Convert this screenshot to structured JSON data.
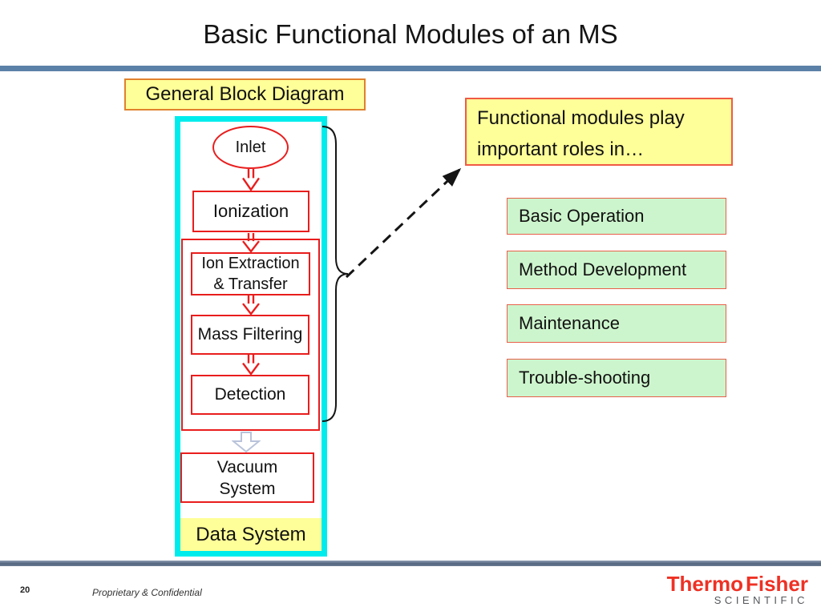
{
  "title": "Basic Functional Modules of an MS",
  "diagram": {
    "header": "General Block Diagram",
    "inlet": "Inlet",
    "ionization": "Ionization",
    "ion_extraction": {
      "line1": "Ion Extraction",
      "line2": "& Transfer"
    },
    "mass_filtering": "Mass Filtering",
    "detection": "Detection",
    "vacuum": {
      "line1": "Vacuum",
      "line2": "System"
    },
    "data_system": "Data System"
  },
  "callout": {
    "line1": "Functional modules play",
    "line2": "important roles in…"
  },
  "roles": [
    {
      "label": "Basic Operation"
    },
    {
      "label": "Method Development"
    },
    {
      "label": "Maintenance"
    },
    {
      "label": "Trouble-shooting"
    }
  ],
  "footer": {
    "page_number": "20",
    "note": "Proprietary & Confidential"
  },
  "logo": {
    "thermo": "Thermo",
    "fisher": "Fisher",
    "scientific": "SCIENTIFIC"
  },
  "colors": {
    "rule_top": "#5b81a8",
    "rule_bottom": "#54667f",
    "frame_cyan": "#00ecec",
    "node_border_red": "#e91d1d",
    "highlight_yellow": "#ffff99",
    "yellow_border_orange": "#e0812e",
    "callout_border": "#ef5a44",
    "role_green": "#cdf5cd",
    "role_border": "#e8604a",
    "logo_red": "#ee3124",
    "logo_gray": "#54565a"
  }
}
